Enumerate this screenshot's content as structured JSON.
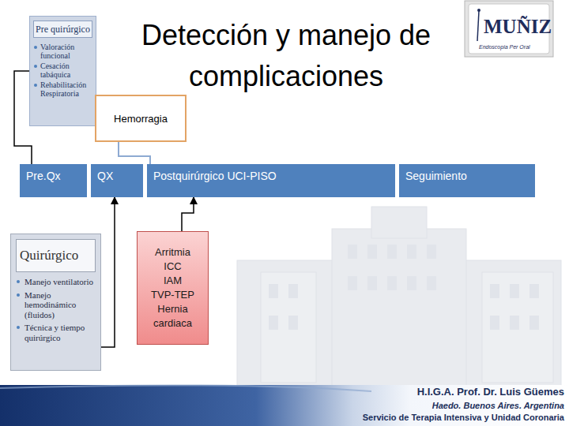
{
  "diagram": {
    "title": "Detección y manejo de complicaciones",
    "nodes": [
      {
        "text": [
          "Pre quirúrgico",
          "Valoración funcional",
          "Cesación tabáquica",
          "Rehabilitación Respiratoria"
        ]
      },
      {
        "text": [
          "Hemorragia"
        ]
      },
      {
        "text": [
          "Pre.Qx"
        ]
      },
      {
        "text": [
          "QX"
        ]
      },
      {
        "text": [
          "Postquirúrgico UCI-PISO"
        ]
      },
      {
        "text": [
          "Seguimiento"
        ]
      },
      {
        "text": [
          "Arritmia",
          "ICC",
          "IAM",
          "TVP-TEP",
          "Hernia cardiaca"
        ]
      },
      {
        "text": [
          "Quirúrgico",
          "Manejo ventilatorio",
          "Manejo hemodinámico (fluidos)",
          "Técnica y tiempo quirúrgico"
        ]
      }
    ],
    "edges": [
      {
        "from": 0,
        "to": 2,
        "arrow": "none"
      },
      {
        "from": 1,
        "to": 4,
        "arrow": "none"
      },
      {
        "from": 7,
        "to": 3,
        "arrow": "to"
      },
      {
        "from": 6,
        "to": 4,
        "arrow": "to"
      }
    ],
    "labels": [
      "MUÑIZ",
      "Endoscopia Per Oral",
      "H.I.G.A. Prof. Dr. Luis Güemes",
      "Haedo. Buenos Aires. Argentina",
      "Servicio de Terapia Intensiva y Unidad Coronaria"
    ]
  }
}
